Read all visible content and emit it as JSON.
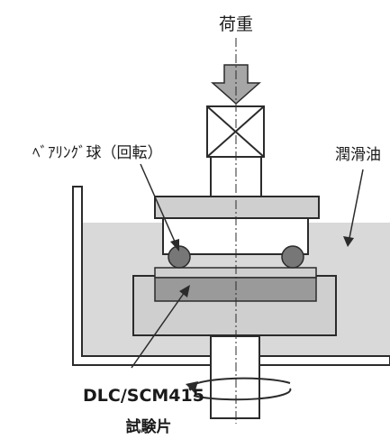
{
  "labels": {
    "load": "荷重",
    "bearing_ball": "ﾍﾞｱﾘﾝｸﾞ球（回転）",
    "lubricant": "潤滑油",
    "specimen_material": "DLC/SCM415",
    "specimen": "試験片"
  },
  "colors": {
    "stroke": "#2b2b2b",
    "oil": "#d9d9d9",
    "plate": "#cfcfcf",
    "specimen": "#9a9a9a",
    "ball": "#777777",
    "arrow": "#a6a6a6"
  }
}
